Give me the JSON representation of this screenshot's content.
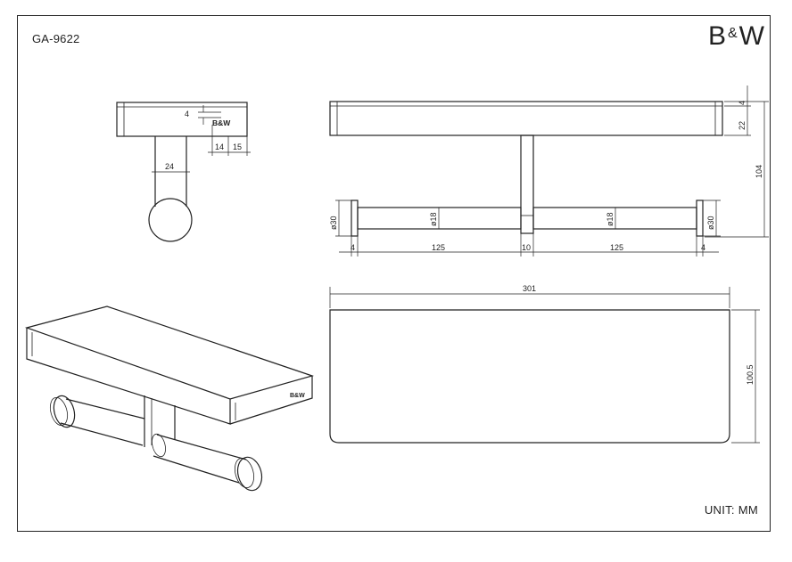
{
  "sheet": {
    "product_code": "GA-9622",
    "brand": {
      "left": "B",
      "amp": "&",
      "right": "W"
    },
    "unit_label": "UNIT: MM",
    "logo_mark": "B&W"
  },
  "side_view": {
    "dims": {
      "thickness": "4",
      "depth_a": "14",
      "depth_b": "15",
      "post_width": "24"
    }
  },
  "front_view": {
    "dims": {
      "top_offset": "4",
      "shelf_height": "22",
      "total_height": "104",
      "end_diameter_left": "ø30",
      "end_diameter_right": "ø30",
      "bar_diameter_left": "ø18",
      "bar_diameter_right": "ø18",
      "end_width_left": "4",
      "bar_length_left": "125",
      "center_width": "10",
      "bar_length_right": "125",
      "end_width_right": "4"
    }
  },
  "top_view": {
    "dims": {
      "length": "301",
      "depth": "100.5"
    }
  }
}
